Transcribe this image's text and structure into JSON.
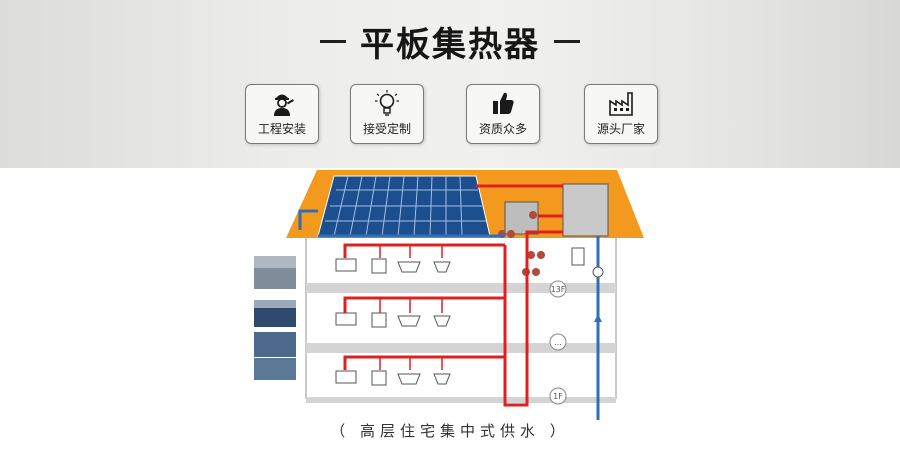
{
  "title": "平板集热器",
  "features": [
    {
      "label": "工程安装",
      "icon": "engineer-icon"
    },
    {
      "label": "接受定制",
      "icon": "lightbulb-icon"
    },
    {
      "label": "资质众多",
      "icon": "thumbs-up-icon"
    },
    {
      "label": "源头厂家",
      "icon": "factory-icon"
    }
  ],
  "diagram": {
    "floor_labels": [
      "13F",
      "...",
      "1F"
    ],
    "caption": "（ 高层住宅集中式供水 ）",
    "colors": {
      "roof": "#f39a1e",
      "hot_pipe": "#e02020",
      "cold_pipe": "#2f6fb5",
      "panel": "#1d4f8f",
      "building_line": "#c9c9c9"
    }
  }
}
